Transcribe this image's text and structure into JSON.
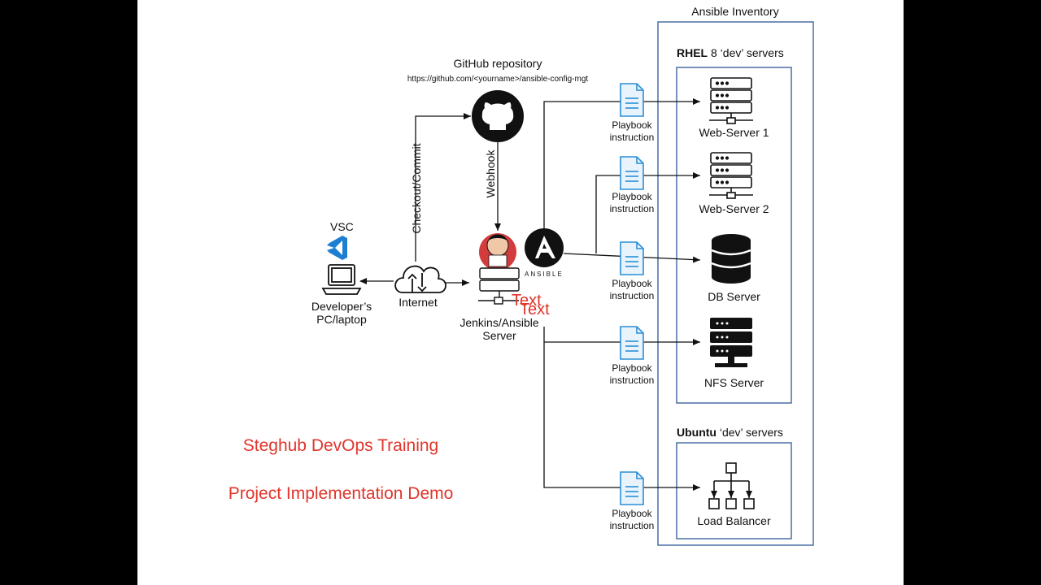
{
  "inventory": {
    "title": "Ansible Inventory"
  },
  "rhel_group": {
    "title_bold": "RHEL",
    "title_rest": " 8 ‘dev’ servers"
  },
  "ubuntu_group": {
    "title_bold": "Ubuntu",
    "title_rest": " ‘dev’ servers"
  },
  "github": {
    "title": "GitHub repository",
    "url": "https://github.com/<yourname>/ansible-config-mgt"
  },
  "vsc": {
    "label": "VSC"
  },
  "developer": {
    "line1": "Developer’s",
    "line2": "PC/laptop"
  },
  "internet": {
    "label": "Internet"
  },
  "jenkins": {
    "line1": "Jenkins/Ansible",
    "line2": "Server"
  },
  "ansible_logo": {
    "text": "ANSIBLE",
    "letter": "A"
  },
  "edge_labels": {
    "checkout": "Checkout/Commit",
    "webhook": "Webhook"
  },
  "overlay_text": {
    "text1": "Text",
    "text2": "Text"
  },
  "playbook": {
    "line1": "Playbook",
    "line2": "instruction"
  },
  "servers": {
    "web1": "Web-Server 1",
    "web2": "Web-Server 2",
    "db": "DB Server",
    "nfs": "NFS Server",
    "lb": "Load Balancer"
  },
  "captions": {
    "line1": "Steghub DevOps Training",
    "line2": "Project Implementation Demo"
  },
  "colors": {
    "accent_red": "#e0352b",
    "border_blue": "#4a6fa5",
    "doc_blue": "#2a8fd6",
    "vsc_blue": "#1e7fd0"
  }
}
